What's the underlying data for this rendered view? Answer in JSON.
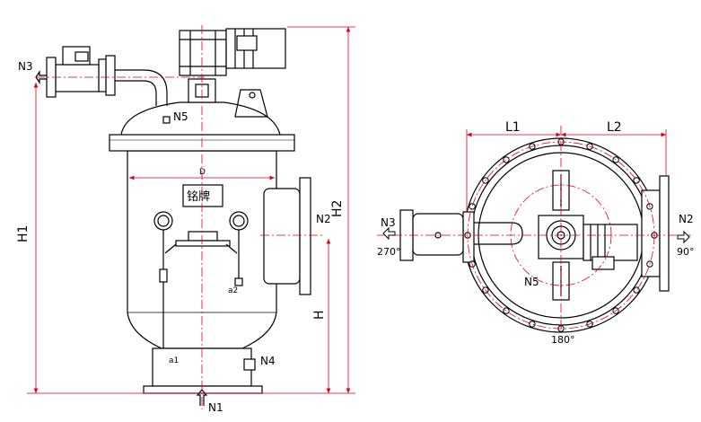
{
  "labels": {
    "n1": "N1",
    "n2_front": "N2",
    "n3_front": "N3",
    "n4": "N4",
    "n5_front": "N5",
    "d": "D",
    "nameplate": "铭牌",
    "a1": "a1",
    "a2": "a2",
    "h": "H",
    "h1": "H1",
    "h2": "H2",
    "l1": "L1",
    "l2": "L2",
    "n2_top": "N2",
    "n3_top": "N3",
    "n5_top": "N5",
    "angle_right": "90°",
    "angle_left": "270°",
    "angle_bottom": "180°"
  },
  "colors": {
    "line": "#000000",
    "dimension": "#e0001b",
    "center_mark": "#e0001b"
  }
}
